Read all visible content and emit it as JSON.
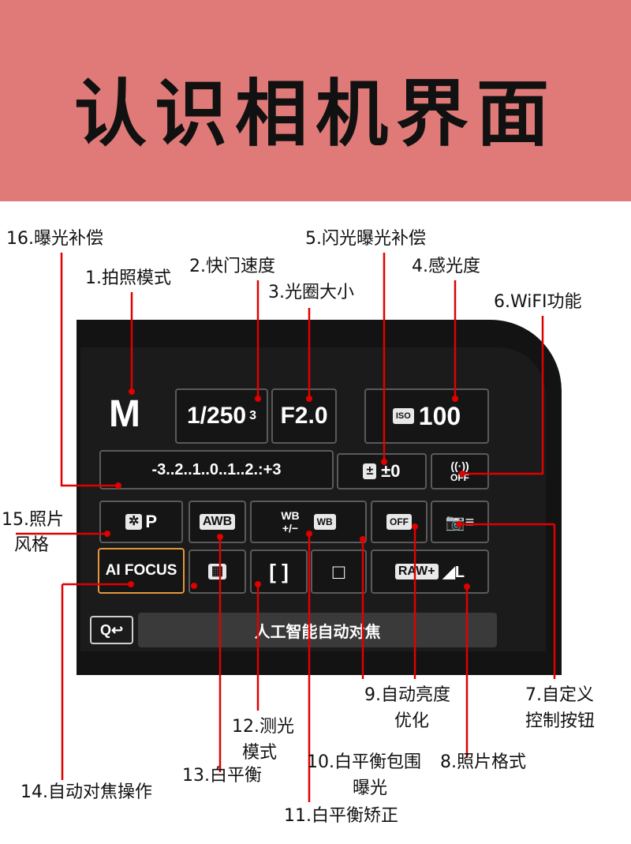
{
  "banner": {
    "title": "认识相机界面"
  },
  "camera": {
    "mode": "M",
    "shutter": "1/250",
    "shutter_note": "3",
    "aperture": "F2.0",
    "iso_label": "ISO",
    "iso_value": "100",
    "exposure_scale": "-3..2..1..0..1..2.:+3",
    "flash_comp": "±0",
    "flash_icon": "±",
    "wifi_icon": "((·))",
    "wifi_off": "OFF",
    "picture_style": "P",
    "white_balance": "AWB",
    "wb_shift_top": "WB",
    "wb_shift_bottom": "+/−",
    "wb_bracket": "WB",
    "alo_off": "OFF",
    "af_mode": "AI FOCUS",
    "raw_quality": "RAW+",
    "q_button": "Q",
    "status_text": "人工智能自动对焦"
  },
  "labels": {
    "l16": "16.曝光补偿",
    "l5": "5.闪光曝光补偿",
    "l2": "2.快门速度",
    "l4": "4.感光度",
    "l1": "1.拍照模式",
    "l3": "3.光圈大小",
    "l6": "6.WiFI功能",
    "l15a": "15.照片",
    "l15b": "风格",
    "l9a": "9.自动亮度",
    "l9b": "优化",
    "l7a": "7.自定义",
    "l7b": "控制按钮",
    "l12a": "12.测光",
    "l12b": "模式",
    "l10a": "10.白平衡包围",
    "l10b": "曝光",
    "l8": "8.照片格式",
    "l13": "13.白平衡",
    "l14": "14.自动对焦操作",
    "l11": "11.白平衡矫正"
  }
}
